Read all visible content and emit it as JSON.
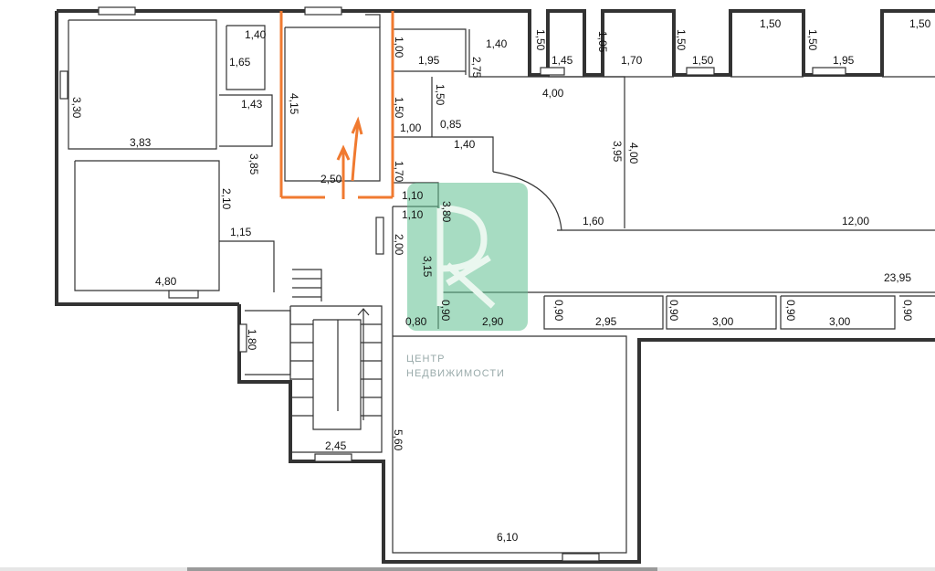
{
  "plan": {
    "dimensions": [
      {
        "id": "d1",
        "text": "1,40"
      },
      {
        "id": "d2",
        "text": "1,65"
      },
      {
        "id": "d3",
        "text": "3,30"
      },
      {
        "id": "d4",
        "text": "3,83"
      },
      {
        "id": "d5",
        "text": "1,43"
      },
      {
        "id": "d6",
        "text": "4,15"
      },
      {
        "id": "d7",
        "text": "3,85"
      },
      {
        "id": "d8",
        "text": "2,50"
      },
      {
        "id": "d9",
        "text": "2,10"
      },
      {
        "id": "d10",
        "text": "1,15"
      },
      {
        "id": "d11",
        "text": "4,80"
      },
      {
        "id": "d12",
        "text": "1,00"
      },
      {
        "id": "d13",
        "text": "1,95"
      },
      {
        "id": "d14",
        "text": "1,50"
      },
      {
        "id": "d15",
        "text": "1,00"
      },
      {
        "id": "d16",
        "text": "1,50"
      },
      {
        "id": "d17",
        "text": "0,85"
      },
      {
        "id": "d18",
        "text": "1,40"
      },
      {
        "id": "d19",
        "text": "1,70"
      },
      {
        "id": "d20",
        "text": "1,10"
      },
      {
        "id": "d21",
        "text": "1,10"
      },
      {
        "id": "d22",
        "text": "3,80"
      },
      {
        "id": "d23",
        "text": "2,00"
      },
      {
        "id": "d24",
        "text": "3,15"
      },
      {
        "id": "d25",
        "text": "0,80"
      },
      {
        "id": "d26",
        "text": "0,90"
      },
      {
        "id": "d27",
        "text": "2,90"
      },
      {
        "id": "d28",
        "text": "1,40"
      },
      {
        "id": "d29",
        "text": "2,75"
      },
      {
        "id": "d30",
        "text": "1,50"
      },
      {
        "id": "d31",
        "text": "1,45"
      },
      {
        "id": "d32",
        "text": "4,00"
      },
      {
        "id": "d33",
        "text": "1,05"
      },
      {
        "id": "d34",
        "text": "1,70"
      },
      {
        "id": "d35",
        "text": "1,50"
      },
      {
        "id": "d36",
        "text": "1,50"
      },
      {
        "id": "d37",
        "text": "1,50"
      },
      {
        "id": "d38",
        "text": "1,50"
      },
      {
        "id": "d39",
        "text": "1,95"
      },
      {
        "id": "d40",
        "text": "1,50"
      },
      {
        "id": "d41",
        "text": "3,95"
      },
      {
        "id": "d42",
        "text": "4,00"
      },
      {
        "id": "d43",
        "text": "1,60"
      },
      {
        "id": "d44",
        "text": "12,00"
      },
      {
        "id": "d45",
        "text": "23,95"
      },
      {
        "id": "d46",
        "text": "0,90"
      },
      {
        "id": "d47",
        "text": "2,95"
      },
      {
        "id": "d48",
        "text": "0,90"
      },
      {
        "id": "d49",
        "text": "3,00"
      },
      {
        "id": "d50",
        "text": "0,90"
      },
      {
        "id": "d51",
        "text": "3,00"
      },
      {
        "id": "d52",
        "text": "0,90"
      },
      {
        "id": "d53",
        "text": "1,80"
      },
      {
        "id": "d54",
        "text": "2,45"
      },
      {
        "id": "d55",
        "text": "5,60"
      },
      {
        "id": "d56",
        "text": "6,10"
      }
    ],
    "watermark": {
      "line1": "ЦЕНТР",
      "line2": "НЕДВИЖИМОСТИ",
      "logo_color": "#5fbf8f"
    },
    "highlight_color": "#f07a30"
  }
}
